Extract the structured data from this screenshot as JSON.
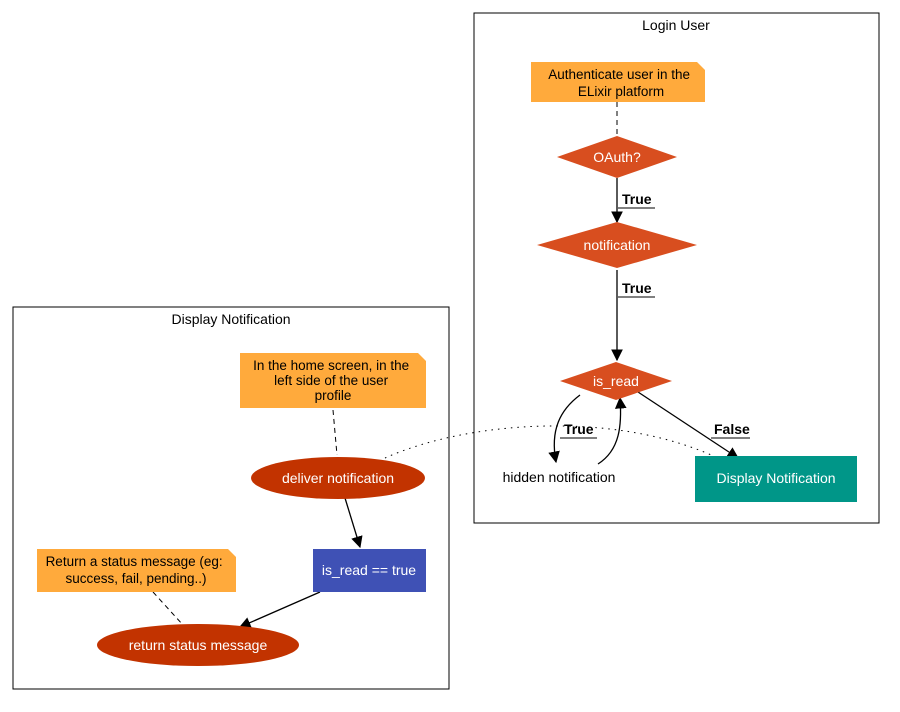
{
  "clusters": {
    "login": {
      "title": "Login User"
    },
    "display": {
      "title": "Display Notification"
    }
  },
  "nodes": {
    "note_auth": {
      "lines": [
        "Authenticate user in the",
        "ELixir platform"
      ]
    },
    "oauth": {
      "label": "OAuth?"
    },
    "notification": {
      "label": "notification"
    },
    "is_read": {
      "label": "is_read"
    },
    "hidden": {
      "label": "hidden notification"
    },
    "display_notification": {
      "label": "Display Notification"
    },
    "note_home": {
      "lines": [
        "In the home screen, in the",
        "left side of the user",
        "profile"
      ]
    },
    "deliver": {
      "label": "deliver notification"
    },
    "is_read_true": {
      "label": "is_read == true"
    },
    "note_status": {
      "lines": [
        "Return a status message (eg:",
        "success, fail, pending..)"
      ]
    },
    "return_status": {
      "label": "return status message"
    }
  },
  "edges": {
    "oauth_notification": {
      "label": "True"
    },
    "notification_isread": {
      "label": "True"
    },
    "isread_hidden": {
      "label": "True"
    },
    "isread_display": {
      "label": "False"
    }
  },
  "colors": {
    "note": "#FFAA3C",
    "decision": "#D84E1F",
    "ellipse": "#C23300",
    "process": "#3F51B5",
    "display": "#009688",
    "edge": "#000000",
    "cluster_border": "#000000"
  }
}
